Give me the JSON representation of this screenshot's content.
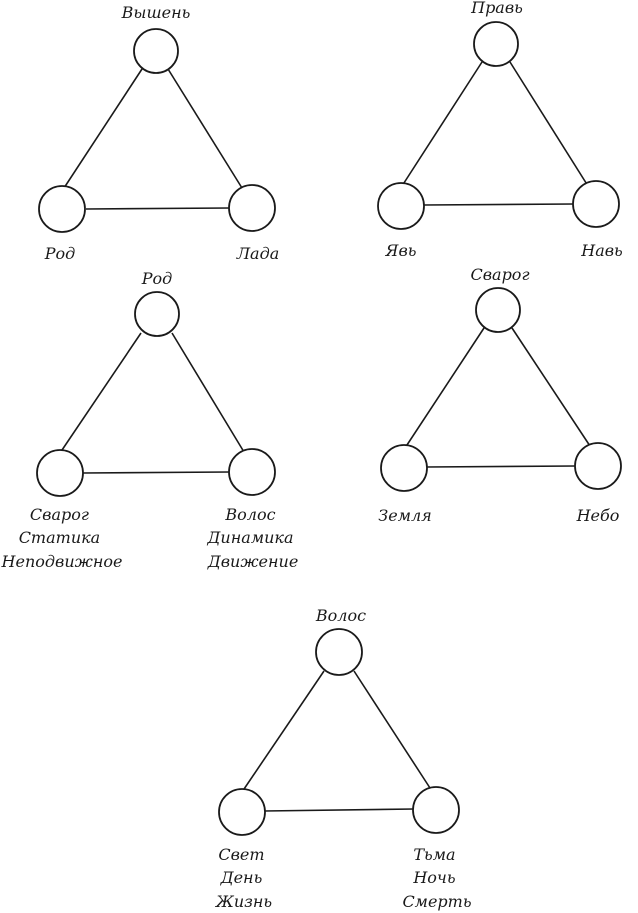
{
  "triads": [
    {
      "top": [
        "Вышень"
      ],
      "left": [
        "Род"
      ],
      "right": [
        "Лада"
      ]
    },
    {
      "top": [
        "Правь"
      ],
      "left": [
        "Явь"
      ],
      "right": [
        "Навь"
      ]
    },
    {
      "top": [
        "Род"
      ],
      "left": [
        "Сварог",
        "Статика",
        "Неподвижное"
      ],
      "right": [
        "Волос",
        "Динамика",
        "Движение"
      ]
    },
    {
      "top": [
        "Сварог"
      ],
      "left": [
        "Земля"
      ],
      "right": [
        "Небо"
      ]
    },
    {
      "top": [
        "Волос"
      ],
      "left": [
        "Свет",
        "День",
        "Жизнь"
      ],
      "right": [
        "Тьма",
        "Ночь",
        "Смерть"
      ]
    }
  ]
}
